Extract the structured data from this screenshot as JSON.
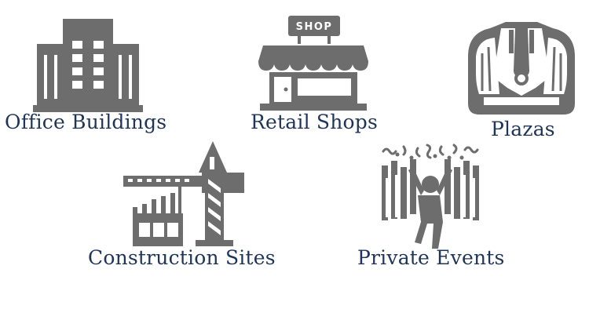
{
  "colors": {
    "icon": "#6d6d6d",
    "label": "#1f3557",
    "background": "#ffffff"
  },
  "items": [
    {
      "label": "Office Buildings",
      "icon": "office-building-icon"
    },
    {
      "label": "Retail Shops",
      "icon": "retail-shop-icon",
      "sign": "SHOP"
    },
    {
      "label": "Plazas",
      "icon": "plaza-icon"
    },
    {
      "label": "Construction Sites",
      "icon": "construction-crane-icon"
    },
    {
      "label": "Private Events",
      "icon": "crowd-party-icon"
    }
  ]
}
